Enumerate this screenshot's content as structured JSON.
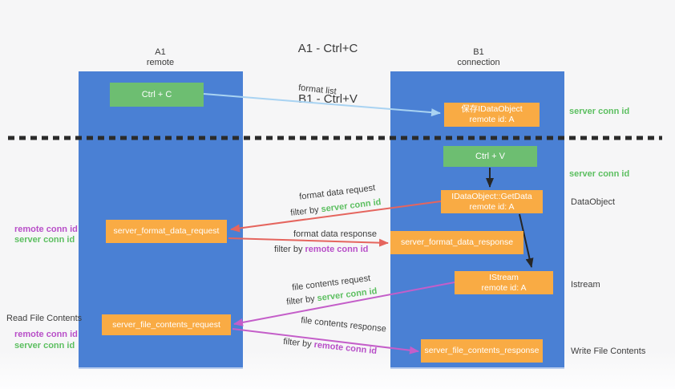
{
  "title": {
    "line1": "A1 - Ctrl+C",
    "line2": "B1 - Ctrl+V"
  },
  "columns": {
    "a1": {
      "id": "A1",
      "name": "remote"
    },
    "b1": {
      "id": "B1",
      "name": "connection"
    }
  },
  "nodes": {
    "ctrl_c": {
      "label": "Ctrl + C"
    },
    "ctrl_v": {
      "label": "Ctrl + V"
    },
    "save_dataobject": {
      "line1": "保存IDataObject",
      "line2": "remote id: A"
    },
    "getdata": {
      "line1": "IDataObject::GetData",
      "line2": "remote id: A"
    },
    "istream": {
      "line1": "IStream",
      "line2": "remote id: A"
    },
    "format_request": {
      "label": "server_format_data_request"
    },
    "format_response": {
      "label": "server_format_data_response"
    },
    "file_request": {
      "label": "server_file_contents_request"
    },
    "file_response": {
      "label": "server_file_contents_response"
    }
  },
  "arrows": {
    "format_list": {
      "label": "format list"
    },
    "format_data_request": {
      "label": "format data request",
      "filter_prefix": "filter by",
      "filter_key": "server conn id"
    },
    "format_data_response": {
      "label": "format data response",
      "filter_prefix": "filter by",
      "filter_key": "remote conn id"
    },
    "file_contents_request": {
      "label": "file contents request",
      "filter_prefix": "filter by",
      "filter_key": "server conn id"
    },
    "file_contents_response": {
      "label": "file contents response",
      "filter_prefix": "filter by",
      "filter_key": "remote conn id"
    }
  },
  "side_labels": {
    "right_top_server_conn_id": "server conn id",
    "right_mid_server_conn_id": "server conn id",
    "right_dataobject": "DataObject",
    "right_istream": "Istream",
    "right_write_file_contents": "Write File Contents",
    "left_remote_conn_id_1": "remote conn id",
    "left_server_conn_id_1": "server conn id",
    "left_read_file_contents": "Read File Contents",
    "left_remote_conn_id_2": "remote conn id",
    "left_server_conn_id_2": "server conn id"
  },
  "colors": {
    "lifeline_blue": "#4a80d4",
    "green_box": "#6dbe71",
    "orange_box": "#f9ab44",
    "arrow_light_blue": "#a9d3f2",
    "arrow_red": "#e5655e",
    "arrow_purple": "#c45ec9",
    "arrow_black": "#262626",
    "label_green": "#5cbf60",
    "label_purple": "#b84fc8",
    "text_dark": "#3d3d3d"
  }
}
